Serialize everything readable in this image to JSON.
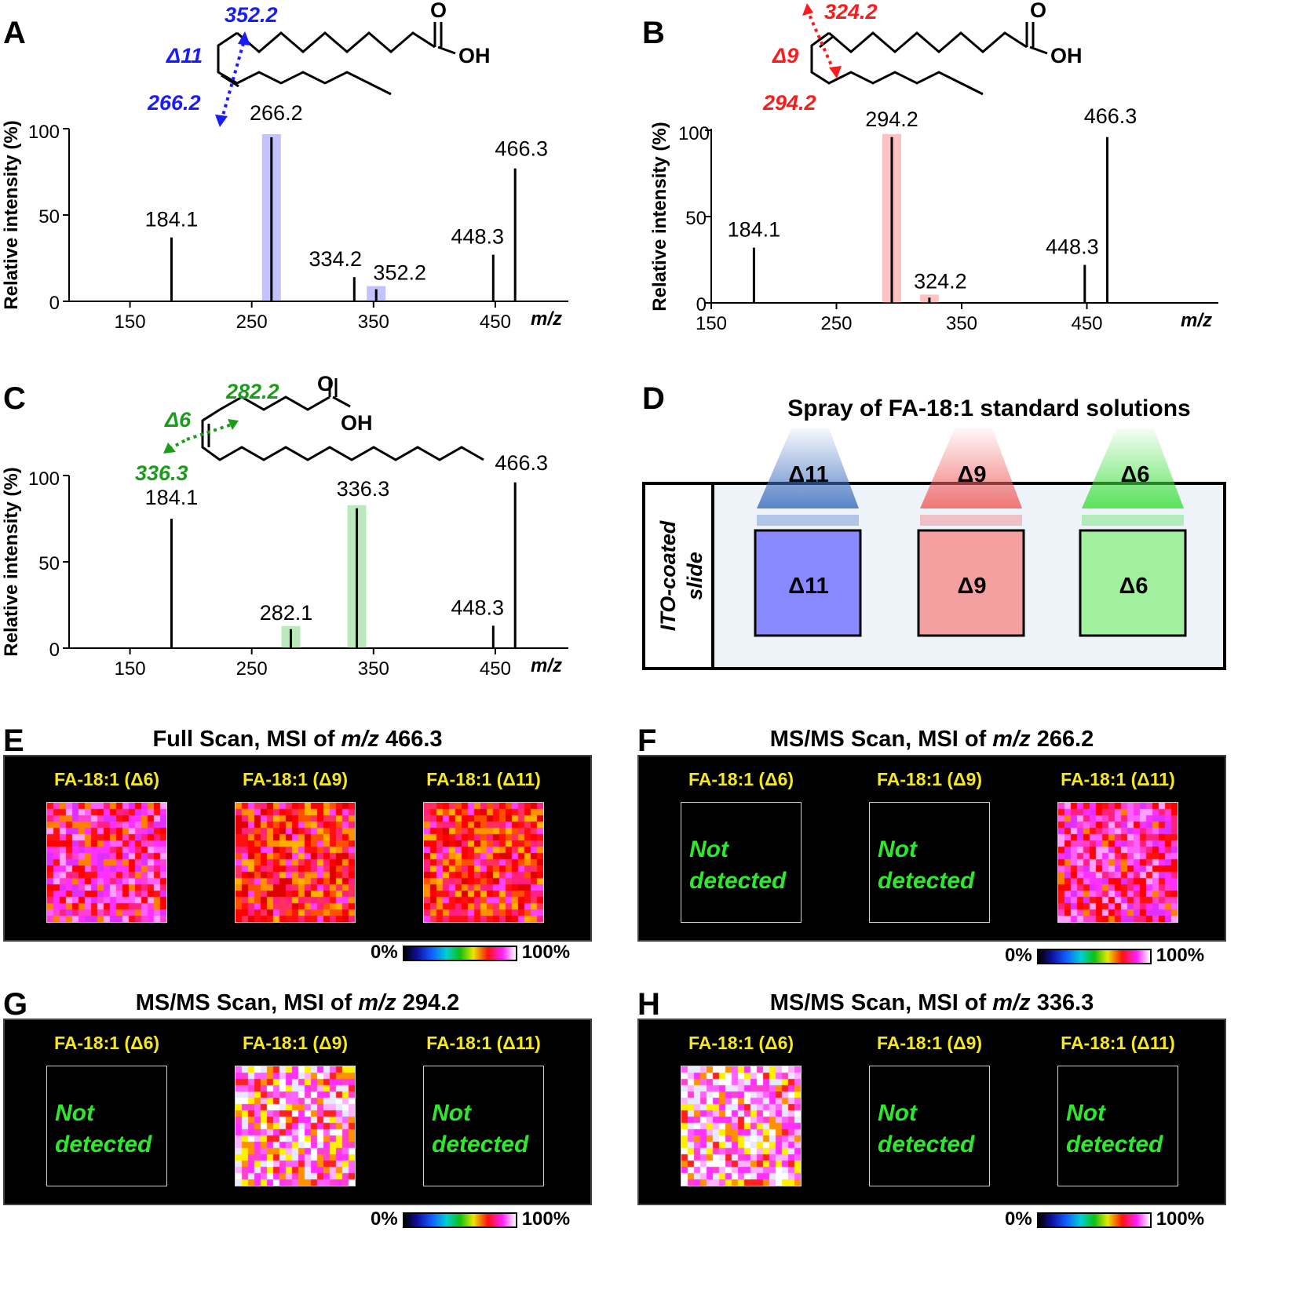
{
  "panels": {
    "A": {
      "label": "A",
      "cleavage": {
        "top": "352.2",
        "delta": "Δ11",
        "bottom": "266.2",
        "color": "#1a1aff"
      },
      "ylabel": "Relative intensity (%)",
      "xlabel": "m/z",
      "xticks": [
        "150",
        "250",
        "350",
        "450"
      ],
      "yticks": [
        "0",
        "50",
        "100"
      ],
      "peaks": [
        {
          "label": "184.1"
        },
        {
          "label": "266.2"
        },
        {
          "label": "334.2"
        },
        {
          "label": "352.2"
        },
        {
          "label": "448.3"
        },
        {
          "label": "466.3"
        }
      ]
    },
    "B": {
      "label": "B",
      "cleavage": {
        "top": "324.2",
        "delta": "Δ9",
        "bottom": "294.2",
        "color": "#ff1a1a"
      },
      "ylabel": "Relative intensity (%)",
      "xlabel": "m/z",
      "xticks": [
        "150",
        "250",
        "350",
        "450"
      ],
      "yticks": [
        "0",
        "50",
        "100"
      ],
      "peaks": [
        {
          "label": "184.1"
        },
        {
          "label": "294.2"
        },
        {
          "label": "324.2"
        },
        {
          "label": "448.3"
        },
        {
          "label": "466.3"
        }
      ]
    },
    "C": {
      "label": "C",
      "cleavage": {
        "top": "282.2",
        "delta": "Δ6",
        "bottom": "336.3",
        "color": "#1a9e1a"
      },
      "ylabel": "Relative intensity (%)",
      "xlabel": "m/z",
      "xticks": [
        "150",
        "250",
        "350",
        "450"
      ],
      "yticks": [
        "0",
        "50",
        "100"
      ],
      "peaks": [
        {
          "label": "184.1"
        },
        {
          "label": "282.1"
        },
        {
          "label": "336.3"
        },
        {
          "label": "448.3"
        },
        {
          "label": "466.3"
        }
      ]
    },
    "D": {
      "label": "D",
      "title": "Spray of FA-18:1 standard solutions",
      "slide_label": [
        "ITO-coated",
        "slide"
      ],
      "spots": [
        {
          "label": "Δ11",
          "color": "#8888ff",
          "spray": "#4070c0"
        },
        {
          "label": "Δ9",
          "color": "#f5a0a0",
          "spray": "#f06060"
        },
        {
          "label": "Δ6",
          "color": "#a0f0a0",
          "spray": "#40e040"
        }
      ]
    }
  },
  "msi": [
    {
      "label": "E",
      "title_prefix": "Full Scan, MSI of ",
      "title_mz": "m/z",
      "title_value": "466.3",
      "samples": [
        {
          "name": "FA-18:1 (Δ6)",
          "detected": true,
          "tone": "magenta"
        },
        {
          "name": "FA-18:1 (Δ9)",
          "detected": true,
          "tone": "red"
        },
        {
          "name": "FA-18:1 (Δ11)",
          "detected": true,
          "tone": "red"
        }
      ]
    },
    {
      "label": "F",
      "title_prefix": "MS/MS Scan, MSI of ",
      "title_mz": "m/z",
      "title_value": "266.2",
      "samples": [
        {
          "name": "FA-18:1 (Δ6)",
          "detected": false
        },
        {
          "name": "FA-18:1 (Δ9)",
          "detected": false
        },
        {
          "name": "FA-18:1 (Δ11)",
          "detected": true,
          "tone": "magenta"
        }
      ]
    },
    {
      "label": "G",
      "title_prefix": "MS/MS Scan, MSI of ",
      "title_mz": "m/z",
      "title_value": "294.2",
      "samples": [
        {
          "name": "FA-18:1 (Δ6)",
          "detected": false
        },
        {
          "name": "FA-18:1 (Δ9)",
          "detected": true,
          "tone": "pink"
        },
        {
          "name": "FA-18:1 (Δ11)",
          "detected": false
        }
      ]
    },
    {
      "label": "H",
      "title_prefix": "MS/MS Scan, MSI of ",
      "title_mz": "m/z",
      "title_value": "336.3",
      "samples": [
        {
          "name": "FA-18:1 (Δ6)",
          "detected": true,
          "tone": "pink"
        },
        {
          "name": "FA-18:1 (Δ9)",
          "detected": false
        },
        {
          "name": "FA-18:1 (Δ11)",
          "detected": false
        }
      ]
    }
  ],
  "not_detected": [
    "Not",
    "detected"
  ],
  "colorbar": {
    "min": "0%",
    "max": "100%"
  },
  "structure": {
    "acid_top": "O",
    "acid_bottom": "OH"
  },
  "chart_data": [
    {
      "type": "bar",
      "panel": "A",
      "xlabel": "m/z",
      "ylabel": "Relative intensity (%)",
      "xlim": [
        100,
        510
      ],
      "ylim": [
        0,
        100
      ],
      "x": [
        184.1,
        266.2,
        334.2,
        352.2,
        448.3,
        466.3
      ],
      "values": [
        37,
        95,
        14,
        7,
        27,
        77
      ],
      "highlight": {
        "266.2": "#5050ff",
        "352.2": "#5050ff"
      }
    },
    {
      "type": "bar",
      "panel": "B",
      "xlabel": "m/z",
      "ylabel": "Relative intensity (%)",
      "xlim": [
        150,
        555
      ],
      "ylim": [
        0,
        100
      ],
      "x": [
        184.1,
        294.2,
        324.2,
        448.3,
        466.3
      ],
      "values": [
        32,
        96,
        3,
        22,
        96
      ],
      "highlight": {
        "294.2": "#ff5050",
        "324.2": "#ff5050"
      }
    },
    {
      "type": "bar",
      "panel": "C",
      "xlabel": "m/z",
      "ylabel": "Relative intensity (%)",
      "xlim": [
        100,
        510
      ],
      "ylim": [
        0,
        100
      ],
      "x": [
        184.1,
        282.1,
        336.3,
        448.3,
        466.3
      ],
      "values": [
        75,
        11,
        81,
        13,
        96
      ],
      "highlight": {
        "282.1": "#40c040",
        "336.3": "#40c040"
      }
    }
  ]
}
